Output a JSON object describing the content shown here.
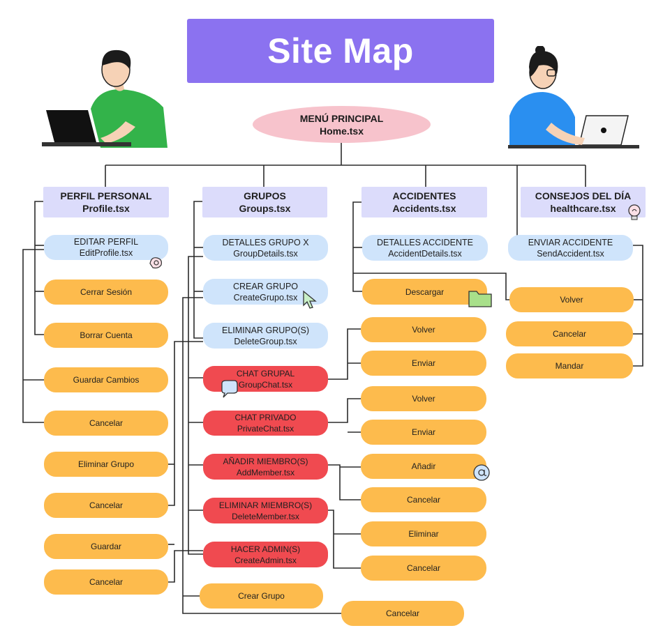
{
  "title": "Site Map",
  "home": {
    "title": "MENÚ PRINCIPAL",
    "file": "Home.tsx"
  },
  "sections": {
    "profile": {
      "title": "PERFIL PERSONAL",
      "file": "Profile.tsx"
    },
    "groups": {
      "title": "GRUPOS",
      "file": "Groups.tsx"
    },
    "accidents": {
      "title": "ACCIDENTES",
      "file": "Accidents.tsx"
    },
    "tips": {
      "title": "CONSEJOS DEL DÍA",
      "file": "healthcare.tsx"
    }
  },
  "pages": {
    "edit_profile": {
      "title": "EDITAR PERFIL",
      "file": "EditProfile.tsx"
    },
    "group_details": {
      "title": "DETALLES GRUPO X",
      "file": "GroupDetails.tsx"
    },
    "create_group": {
      "title": "CREAR GRUPO",
      "file": "CreateGrupo.tsx"
    },
    "delete_group": {
      "title": "ELIMINAR GRUPO(S)",
      "file": "DeleteGroup.tsx"
    },
    "group_chat": {
      "title": "CHAT GRUPAL",
      "file": "GroupChat.tsx"
    },
    "private_chat": {
      "title": "CHAT PRIVADO",
      "file": "PrivateChat.tsx"
    },
    "add_member": {
      "title": "AÑADIR MIEMBRO(S)",
      "file": "AddMember.tsx"
    },
    "delete_member": {
      "title": "ELIMINAR MIEMBRO(S)",
      "file": "DeleteMember.tsx"
    },
    "create_admin": {
      "title": "HACER ADMIN(S)",
      "file": "CreateAdmin.tsx"
    },
    "accident_details": {
      "title": "DETALLES ACCIDENTE",
      "file": "AccidentDetails.tsx"
    },
    "send_accident": {
      "title": "ENVIAR ACCIDENTE",
      "file": "SendAccident.tsx"
    }
  },
  "actions": {
    "cerrar_sesion": "Cerrar Sesión",
    "borrar_cuenta": "Borrar Cuenta",
    "guardar_cambios": "Guardar Cambios",
    "cancelar_profile": "Cancelar",
    "eliminar_grupo": "Eliminar Grupo",
    "cancelar_delete_group": "Cancelar",
    "guardar": "Guardar",
    "cancelar_admin": "Cancelar",
    "crear_grupo": "Crear Grupo",
    "cancelar_create_group": "Cancelar",
    "volver_group_chat": "Volver",
    "enviar_group_chat": "Enviar",
    "volver_private_chat": "Volver",
    "enviar_private_chat": "Enviar",
    "anadir": "Añadir",
    "cancelar_add_member": "Cancelar",
    "eliminar": "Eliminar",
    "cancelar_delete_member": "Cancelar",
    "descargar": "Descargar",
    "volver_send": "Volver",
    "cancelar_send": "Cancelar",
    "mandar": "Mandar"
  },
  "colors": {
    "title_bg": "#8b72f0",
    "home_bg": "#f7c3cc",
    "section_bg": "#dcdcfb",
    "page_bg": "#cfe4fb",
    "admin_page_bg": "#f04a50",
    "action_bg": "#fdbb4d",
    "line": "#2b2b2b"
  },
  "icons": [
    "man-with-laptop-illustration",
    "woman-with-laptop-illustration",
    "lightbulb-icon",
    "ok-hand-icon",
    "cursor-arrow-icon",
    "folder-icon",
    "chat-bubble-icon",
    "at-sign-icon"
  ]
}
